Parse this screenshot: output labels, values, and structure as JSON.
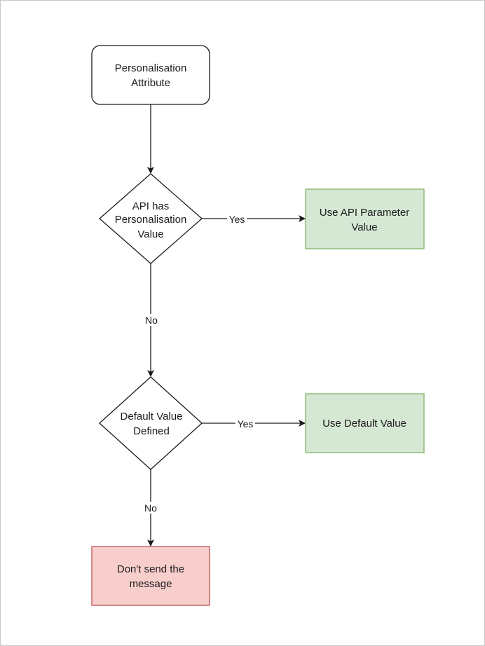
{
  "nodes": {
    "start": {
      "line1": "Personalisation",
      "line2": "Attribute"
    },
    "decision_api": {
      "line1": "API has",
      "line2": "Personalisation",
      "line3": "Value"
    },
    "use_api": {
      "line1": "Use API Parameter",
      "line2": "Value"
    },
    "decision_default": {
      "line1": "Default Value",
      "line2": "Defined"
    },
    "use_default": {
      "line1": "Use Default Value"
    },
    "dont_send": {
      "line1": "Don't send the",
      "line2": "message"
    }
  },
  "edges": {
    "api_yes": "Yes",
    "api_no": "No",
    "default_yes": "Yes",
    "default_no": "No"
  },
  "colors": {
    "green_fill": "#d5e8d4",
    "green_stroke": "#82b366",
    "red_fill": "#f8cecc",
    "red_stroke": "#b85450",
    "line": "#1a1a1a"
  }
}
